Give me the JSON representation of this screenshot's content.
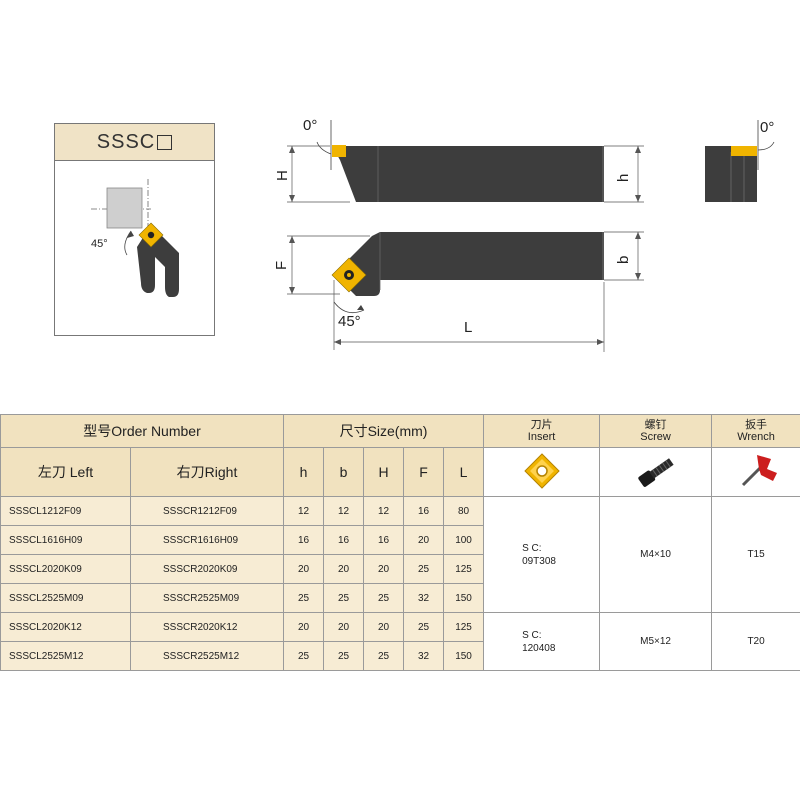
{
  "diagram": {
    "frame_title": "SSSC",
    "angle_labels": {
      "top_left": "0°",
      "top_right": "0°",
      "bottom": "45°",
      "inset": "45°"
    },
    "dimension_labels": {
      "H": "H",
      "h": "h",
      "F": "F",
      "b": "b",
      "L": "L"
    }
  },
  "table": {
    "header": {
      "order_number": "型号Order Number",
      "size": "尺寸Size(mm)",
      "insert_cn": "刀片",
      "insert_en": "Insert",
      "screw_cn": "螺钉",
      "screw_en": "Screw",
      "wrench_cn": "扳手",
      "wrench_en": "Wrench",
      "left": "左刀 Left",
      "right": "右刀Right",
      "cols": [
        "h",
        "b",
        "H",
        "F",
        "L"
      ]
    },
    "rows": [
      {
        "left": "SSSCL1212F09",
        "right": "SSSCR1212F09",
        "h": "12",
        "b": "12",
        "H": "12",
        "F": "16",
        "L": "80"
      },
      {
        "left": "SSSCL1616H09",
        "right": "SSSCR1616H09",
        "h": "16",
        "b": "16",
        "H": "16",
        "F": "20",
        "L": "100"
      },
      {
        "left": "SSSCL2020K09",
        "right": "SSSCR2020K09",
        "h": "20",
        "b": "20",
        "H": "20",
        "F": "25",
        "L": "125"
      },
      {
        "left": "SSSCL2525M09",
        "right": "SSSCR2525M09",
        "h": "25",
        "b": "25",
        "H": "25",
        "F": "32",
        "L": "150"
      },
      {
        "left": "SSSCL2020K12",
        "right": "SSSCR2020K12",
        "h": "20",
        "b": "20",
        "H": "20",
        "F": "25",
        "L": "125"
      },
      {
        "left": "SSSCL2525M12",
        "right": "SSSCR2525M12",
        "h": "25",
        "b": "25",
        "H": "25",
        "F": "32",
        "L": "150"
      }
    ],
    "groups": [
      {
        "insert_l1": "S C:",
        "insert_l2": "09T308",
        "screw": "M4×10",
        "wrench": "T15"
      },
      {
        "insert_l1": "S C:",
        "insert_l2": "120408",
        "screw": "M5×12",
        "wrench": "T20"
      }
    ]
  },
  "colors": {
    "header": "#f1e2bf",
    "body": "#f7ecd4",
    "tool": "#3d3d3d",
    "insert": "#f0b400"
  }
}
